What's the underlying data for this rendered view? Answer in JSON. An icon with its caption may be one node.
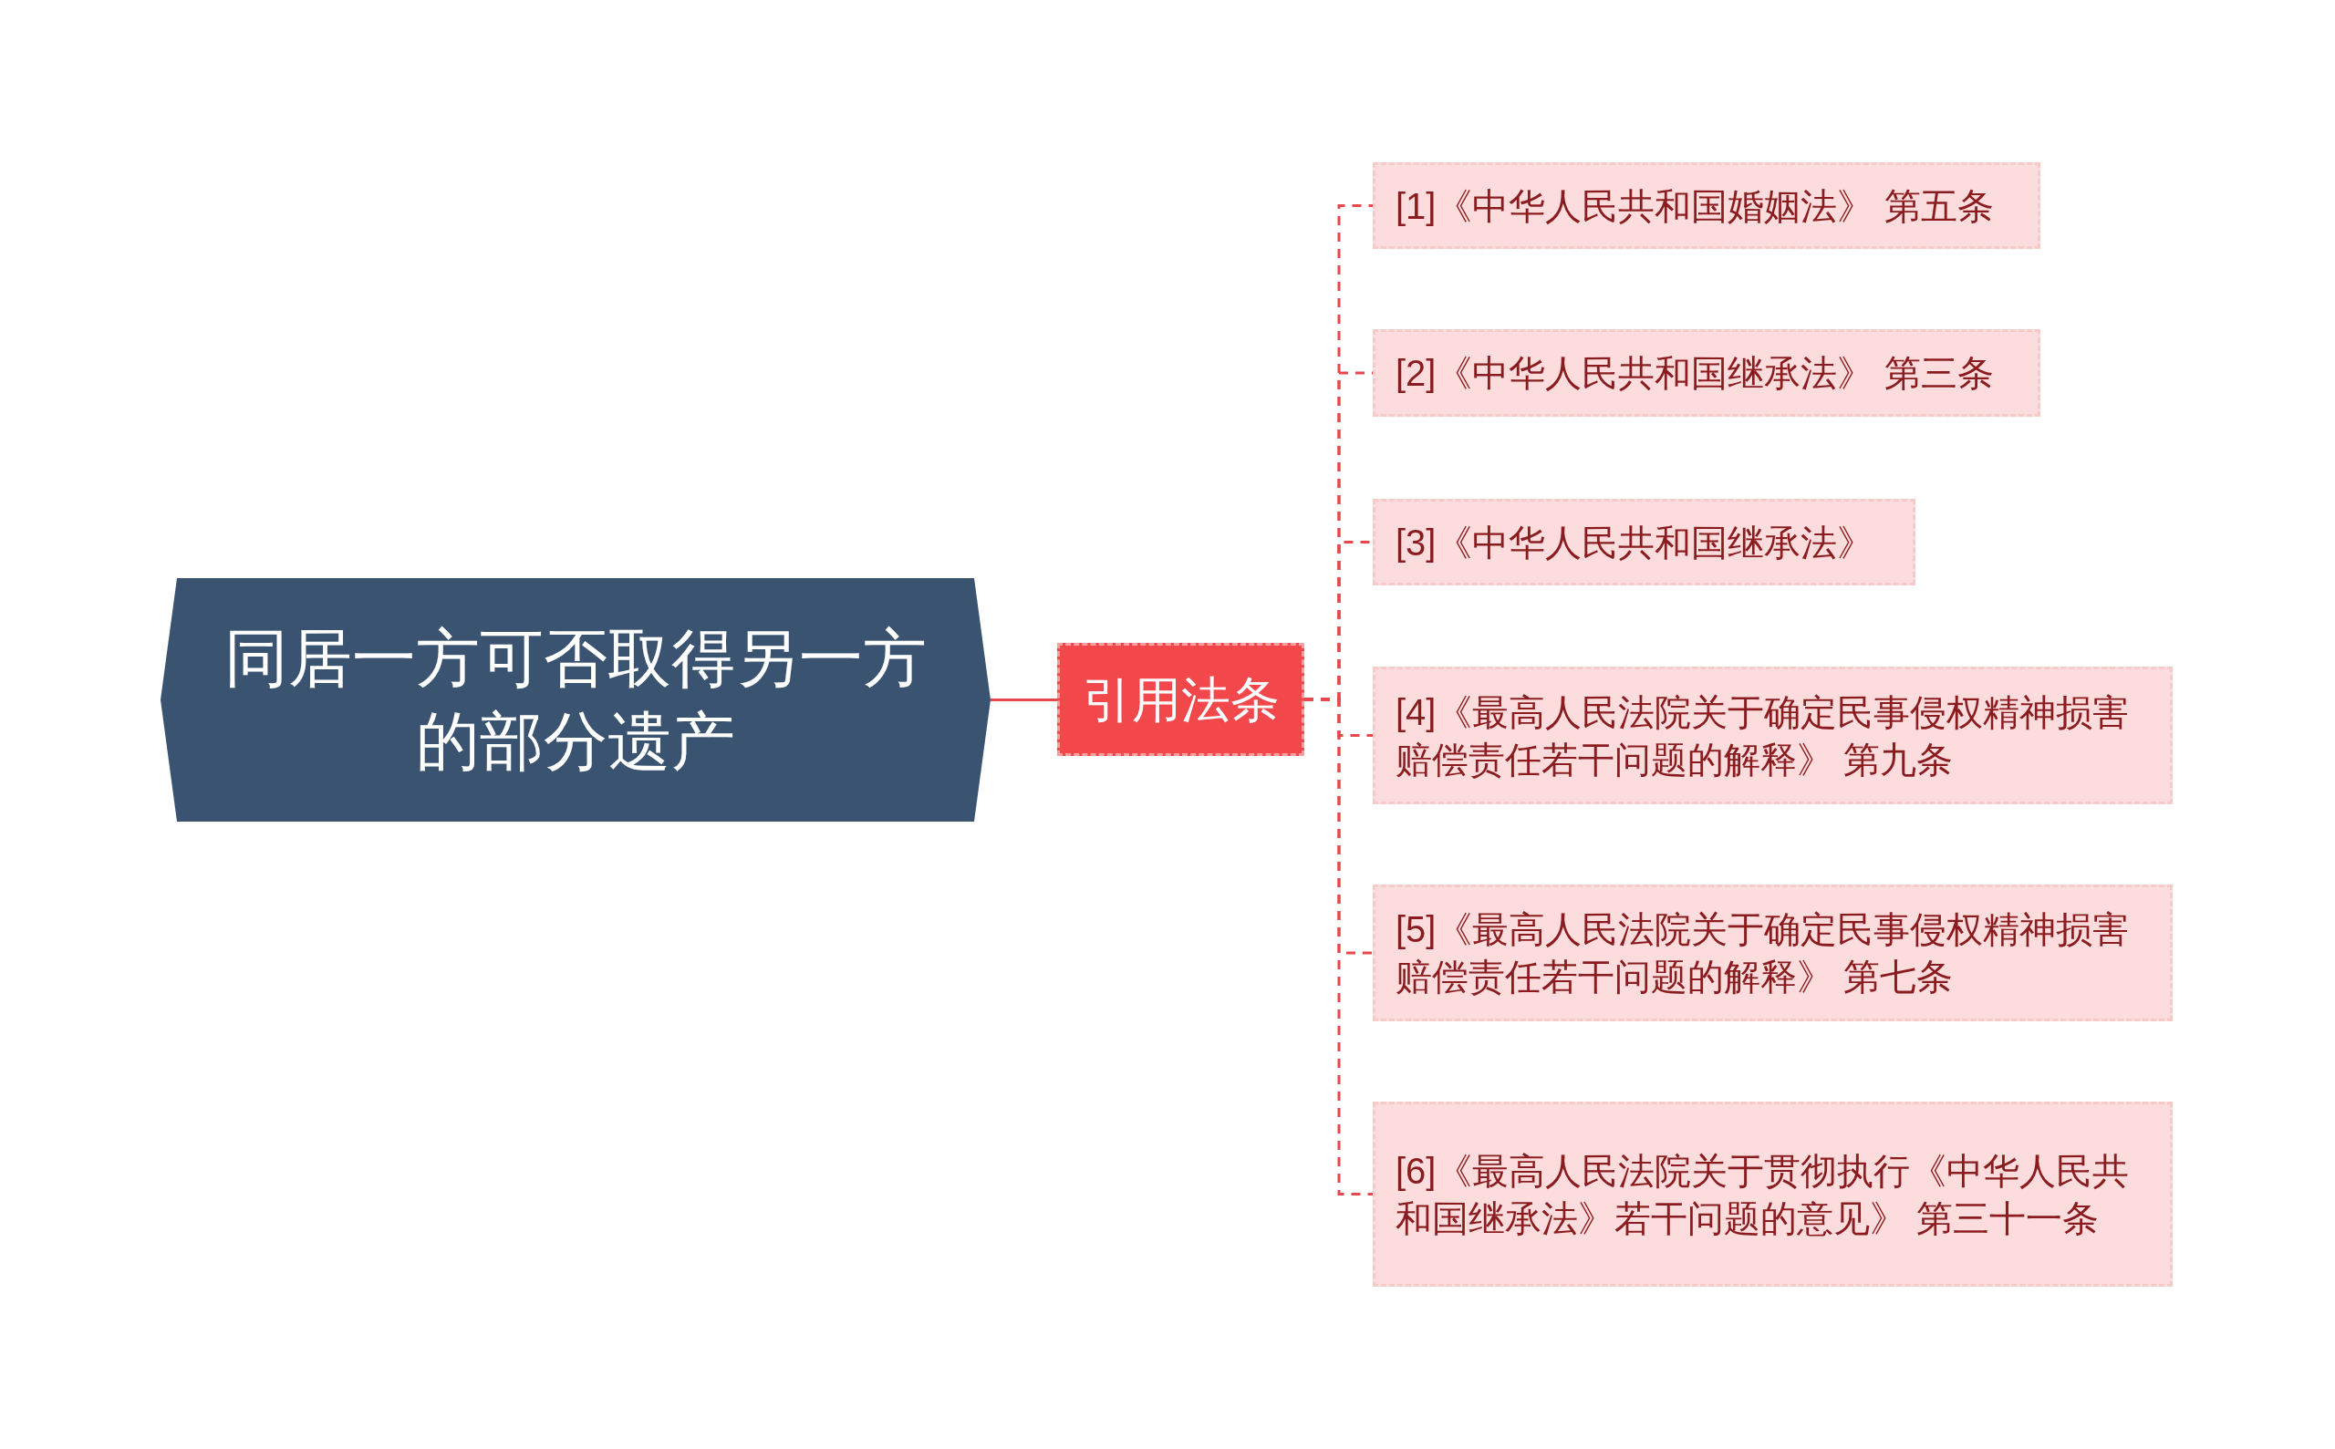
{
  "diagram": {
    "nodes": [
      {
        "text": [
          "同居一方可否取得另一方的部分遗产"
        ]
      },
      {
        "text": [
          "引用法条"
        ]
      },
      {
        "text": [
          "[1]《中华人民共和国婚姻法》 第五条"
        ]
      },
      {
        "text": [
          "[2]《中华人民共和国继承法》 第三条"
        ]
      },
      {
        "text": [
          "[3]《中华人民共和国继承法》"
        ]
      },
      {
        "text": [
          "[4]《最高人民法院关于确定民事侵权精神损害赔偿责任若干问题的解释》 第九条"
        ]
      },
      {
        "text": [
          "[5]《最高人民法院关于确定民事侵权精神损害赔偿责任若干问题的解释》 第七条"
        ]
      },
      {
        "text": [
          "[6]《最高人民法院关于贯彻执行《中华人民共和国继承法》若干问题的意见》 第三十一条"
        ]
      }
    ],
    "edges": [
      {
        "from": 0,
        "to": 1,
        "arrow": "none"
      },
      {
        "from": 1,
        "to": 2,
        "arrow": "none",
        "style": "dashed"
      },
      {
        "from": 1,
        "to": 3,
        "arrow": "none",
        "style": "dashed"
      },
      {
        "from": 1,
        "to": 4,
        "arrow": "none",
        "style": "dashed"
      },
      {
        "from": 1,
        "to": 5,
        "arrow": "none",
        "style": "dashed"
      },
      {
        "from": 1,
        "to": 6,
        "arrow": "none",
        "style": "dashed"
      },
      {
        "from": 1,
        "to": 7,
        "arrow": "none",
        "style": "dashed"
      }
    ]
  }
}
